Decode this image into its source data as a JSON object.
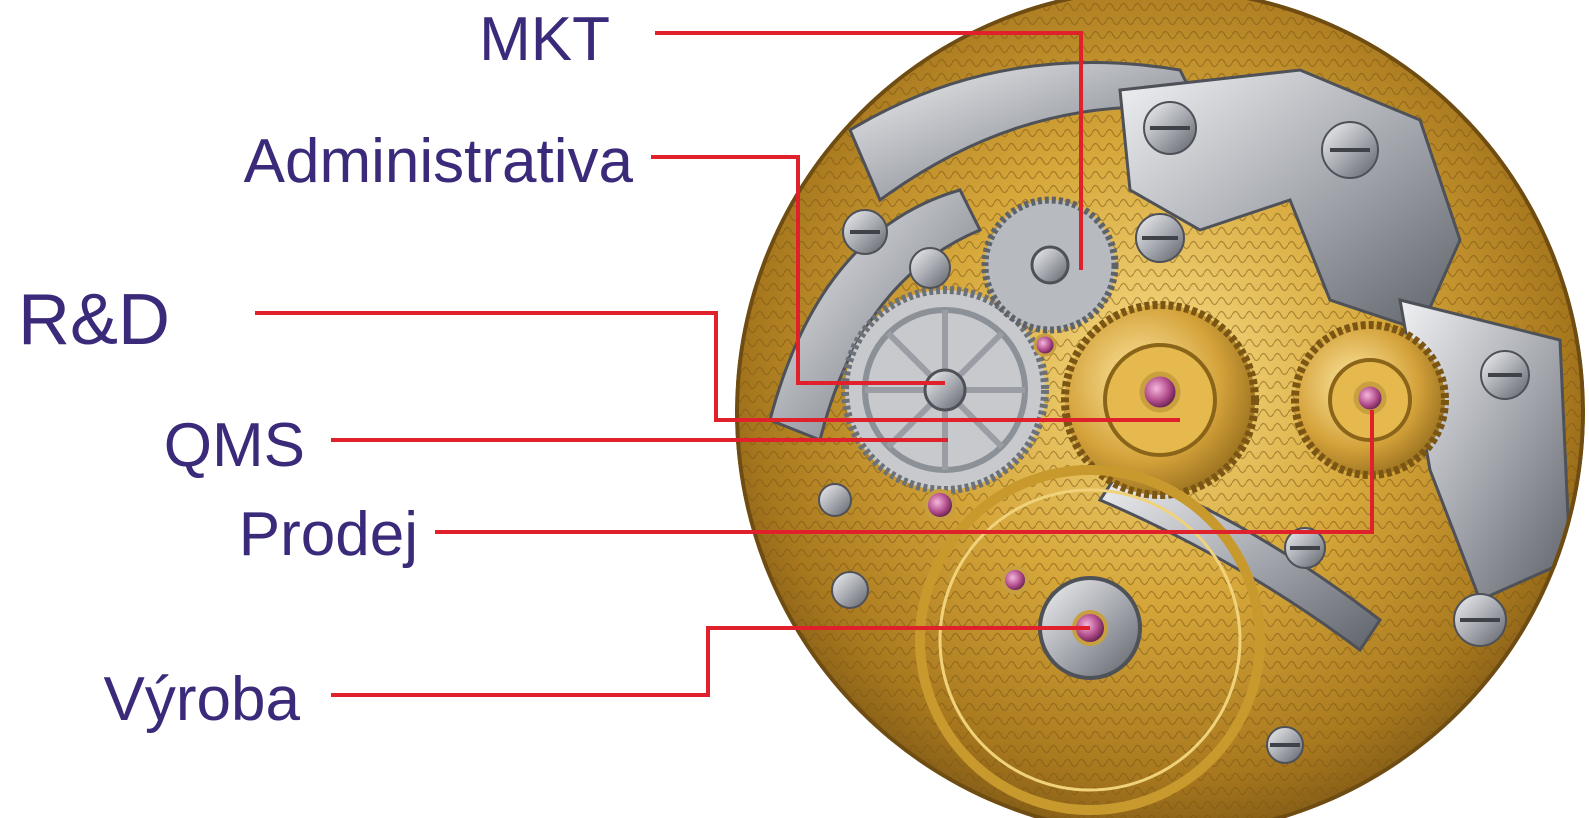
{
  "labels": {
    "mkt": "MKT",
    "administrativa": "Administrativa",
    "rd": "R&D",
    "qms": "QMS",
    "prodej": "Prodej",
    "vyroba": "Výroba"
  },
  "colors": {
    "label_text": "#3b2a7a",
    "leader_line": "#e0202a",
    "gold": "#c89a2e",
    "gold_light": "#f0d27a",
    "gold_dark": "#8a6418",
    "steel": "#a9acb2",
    "steel_light": "#e4e6ea",
    "steel_dark": "#6c7077",
    "jewel": "#b04a8a"
  },
  "image": {
    "subject": "skeleton watch movement"
  }
}
